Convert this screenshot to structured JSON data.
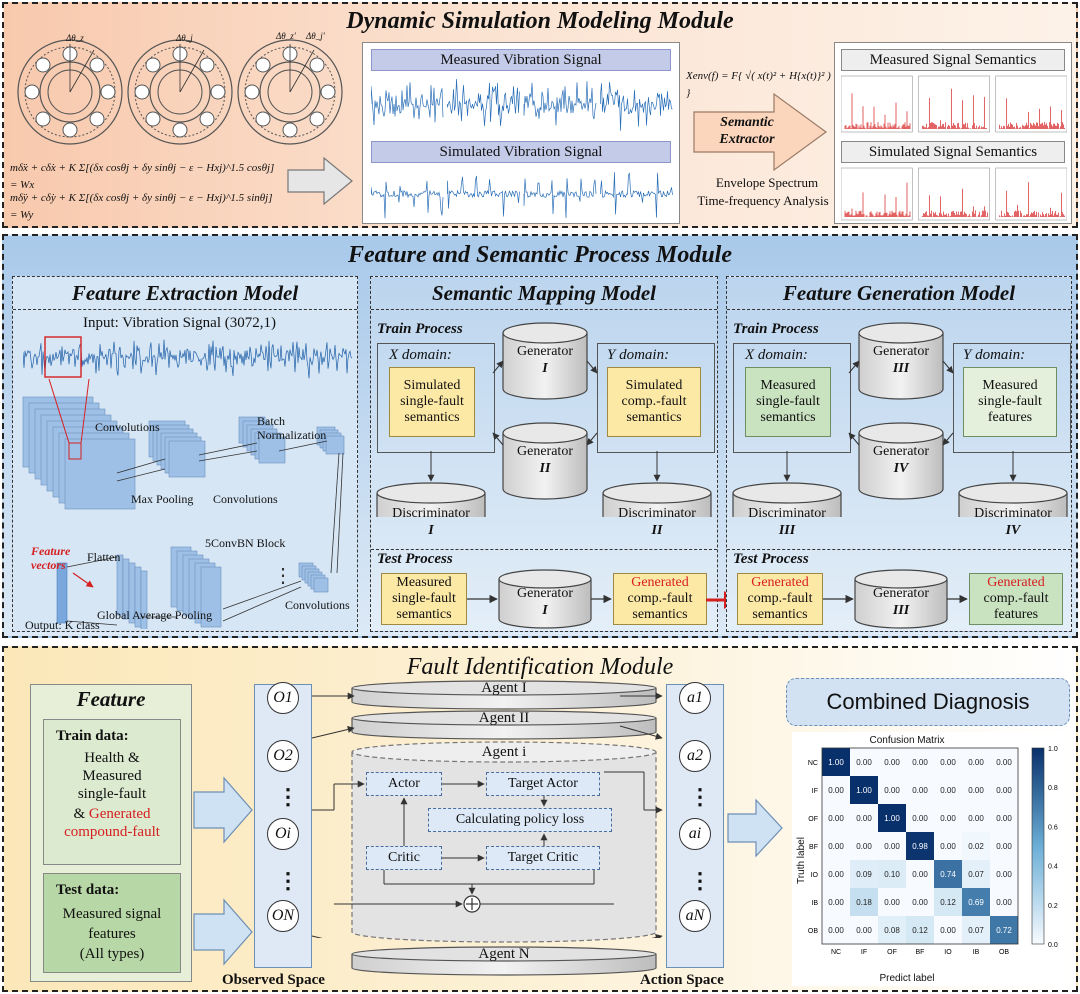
{
  "module1": {
    "title": "Dynamic Simulation Modeling Module",
    "bearing_angle_labels": [
      "Δθ_z",
      "Δθ_j",
      "Δθ_z'",
      "Δθ_j'"
    ],
    "equations": [
      "mδ̈x + cδ̇x + K Σ[(δx cosθj + δy sinθj − ε − Hxj)^1.5 cosθj] = Wx",
      "mδ̈y + cδ̇y + K Σ[(δx cosθj + δy sinθj − ε − Hxj)^1.5 sinθj] = Wy"
    ],
    "measured_signal_label": "Measured Vibration Signal",
    "simulated_signal_label": "Simulated Vibration Signal",
    "envelope_formula": "Xenv(f) = F{ √( x(t)² + H{x(t)}² ) }",
    "semantic_extractor": "Semantic Extractor",
    "analysis_note": [
      "Envelope Spectrum",
      "Time-frequency Analysis"
    ],
    "measured_semantics_label": "Measured Signal Semantics",
    "simulated_semantics_label": "Simulated Signal Semantics"
  },
  "module2": {
    "title": "Feature and Semantic Process Module",
    "feature_extraction": {
      "title": "Feature Extraction Model",
      "input_label": "Input: Vibration Signal (3072,1)",
      "convolutions_1": "Convolutions",
      "batch_norm": [
        "Batch",
        "Normalization"
      ],
      "max_pooling": "Max Pooling",
      "convolutions_2": "Convolutions",
      "feature_vectors": [
        "Feature",
        "vectors"
      ],
      "flatten": "Flatten",
      "block": "5ConvBN Block",
      "output": "Output: K class",
      "gap": "Global Average Pooling",
      "convolutions_3": "Convolutions"
    },
    "semantic_mapping": {
      "title": "Semantic Mapping Model",
      "train_process": "Train Process",
      "x_domain": "X domain:",
      "y_domain": "Y domain:",
      "x_box": [
        "Simulated",
        "single-fault",
        "semantics"
      ],
      "y_box": [
        "Simulated",
        "comp.-fault",
        "semantics"
      ],
      "gen_top": "Generator",
      "gen_top_id": "I",
      "gen_bottom": "Generator",
      "gen_bottom_id": "II",
      "disc_left": "Discriminator",
      "disc_left_id": "I",
      "disc_right": "Discriminator",
      "disc_right_id": "II",
      "test_process": "Test Process",
      "test_in": [
        "Measured",
        "single-fault",
        "semantics"
      ],
      "test_gen": "Generator",
      "test_gen_id": "I",
      "test_out_red": "Generated",
      "test_out": [
        "comp.-fault",
        "semantics"
      ]
    },
    "feature_generation": {
      "title": "Feature Generation Model",
      "train_process": "Train Process",
      "x_domain": "X domain:",
      "y_domain": "Y domain:",
      "x_box": [
        "Measured",
        "single-fault",
        "semantics"
      ],
      "y_box": [
        "Measured",
        "single-fault",
        "features"
      ],
      "gen_top": "Generator",
      "gen_top_id": "III",
      "gen_bottom": "Generator",
      "gen_bottom_id": "IV",
      "disc_left": "Discriminator",
      "disc_left_id": "III",
      "disc_right": "Discriminator",
      "disc_right_id": "IV",
      "test_process": "Test Process",
      "test_in_red": "Generated",
      "test_in": [
        "comp.-fault",
        "semantics"
      ],
      "test_gen": "Generator",
      "test_gen_id": "III",
      "test_out_red": "Generated",
      "test_out": [
        "comp.-fault",
        "features"
      ]
    }
  },
  "module3": {
    "title": "Fault Identification Module",
    "feature_title": "Feature",
    "train_data_title": "Train data:",
    "train_data_lines": [
      "Health &",
      "Measured",
      "single-fault",
      "&"
    ],
    "train_data_red_a": "Generated",
    "train_data_red_b": "compound-fault",
    "test_data_title": "Test data:",
    "test_data_lines": [
      "Measured signal",
      "features",
      "(All types)"
    ],
    "observations": [
      "O1",
      "O2",
      "⋮",
      "Oi",
      "⋮",
      "ON"
    ],
    "observed_space": "Observed Space",
    "agents": {
      "agent1": "Agent I",
      "agent2": "Agent II",
      "agenti": "Agent i",
      "agentN": "Agent N"
    },
    "actor": "Actor",
    "target_actor": "Target Actor",
    "policy_loss": "Calculating policy loss",
    "critic": "Critic",
    "target_critic": "Target Critic",
    "actions": [
      "a1",
      "a2",
      "⋮",
      "ai",
      "⋮",
      "aN"
    ],
    "action_space": "Action Space",
    "combined_diagnosis": "Combined Diagnosis"
  },
  "chart_data": {
    "type": "heatmap",
    "title": "Confusion Matrix",
    "xlabel": "Predict label",
    "ylabel": "Truth label",
    "categories": [
      "NC",
      "IF",
      "OF",
      "BF",
      "IO",
      "IB",
      "OB"
    ],
    "values": [
      [
        1.0,
        0.0,
        0.0,
        0.0,
        0.0,
        0.0,
        0.0
      ],
      [
        0.0,
        1.0,
        0.0,
        0.0,
        0.0,
        0.0,
        0.0
      ],
      [
        0.0,
        0.0,
        1.0,
        0.0,
        0.0,
        0.0,
        0.0
      ],
      [
        0.0,
        0.0,
        0.0,
        0.98,
        0.0,
        0.02,
        0.0
      ],
      [
        0.0,
        0.09,
        0.1,
        0.0,
        0.74,
        0.07,
        0.0
      ],
      [
        0.0,
        0.18,
        0.0,
        0.0,
        0.12,
        0.69,
        0.0
      ],
      [
        0.0,
        0.0,
        0.08,
        0.12,
        0.0,
        0.07,
        0.72
      ]
    ],
    "colorbar_ticks": [
      "1.0",
      "0.8",
      "0.6",
      "0.4",
      "0.2",
      "0.0"
    ],
    "colorbar_range": [
      0,
      1
    ],
    "colors": {
      "low": "#f7fbff",
      "high": "#08306b"
    }
  }
}
